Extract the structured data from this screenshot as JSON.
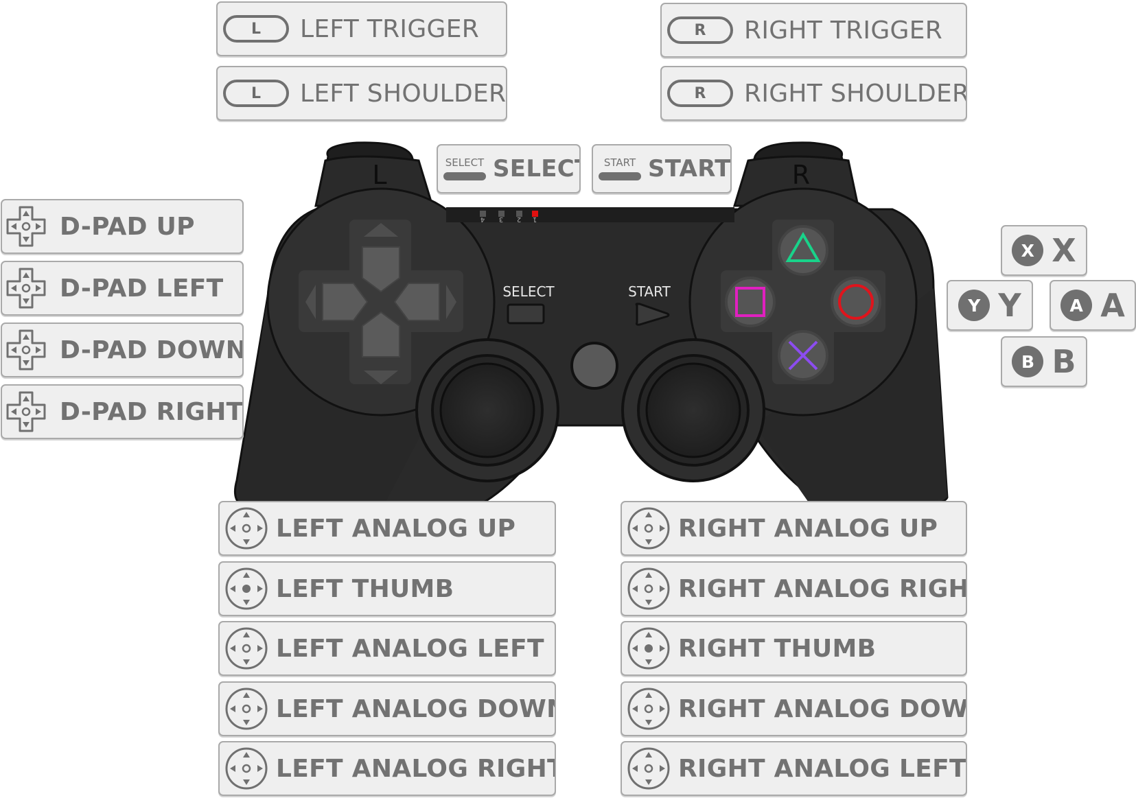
{
  "controller": {
    "shoulder_left": "L",
    "shoulder_right": "R",
    "select_label": "SELECT",
    "start_label": "START",
    "leds": [
      "4",
      "3",
      "2",
      "1"
    ],
    "colors": {
      "body": "#2a2a2a",
      "triangle": "#19d38a",
      "circle": "#e0141c",
      "cross": "#8c4cf0",
      "square": "#e020c0",
      "led_active": "#e01010"
    }
  },
  "labels": {
    "left_trigger": {
      "key": "L",
      "text": "LEFT TRIGGER"
    },
    "left_shoulder": {
      "key": "L",
      "text": "LEFT SHOULDER"
    },
    "right_trigger": {
      "key": "R",
      "text": "RIGHT TRIGGER"
    },
    "right_shoulder": {
      "key": "R",
      "text": "RIGHT SHOULDER"
    },
    "select": {
      "caption": "SELECT",
      "text": "SELECT"
    },
    "start": {
      "caption": "START",
      "text": "START"
    },
    "dpad": [
      "D-PAD UP",
      "D-PAD LEFT",
      "D-PAD DOWN",
      "D-PAD RIGHT"
    ],
    "left_stick": [
      "LEFT ANALOG UP",
      "LEFT THUMB",
      "LEFT ANALOG LEFT",
      "LEFT ANALOG DOWN",
      "LEFT ANALOG RIGHT"
    ],
    "right_stick": [
      "RIGHT ANALOG UP",
      "RIGHT ANALOG RIGHT",
      "RIGHT THUMB",
      "RIGHT ANALOG DOWN",
      "RIGHT ANALOG LEFT"
    ],
    "face": {
      "x": {
        "badge": "X",
        "text": "X"
      },
      "y": {
        "badge": "Y",
        "text": "Y"
      },
      "a": {
        "badge": "A",
        "text": "A"
      },
      "b": {
        "badge": "B",
        "text": "B"
      }
    }
  }
}
